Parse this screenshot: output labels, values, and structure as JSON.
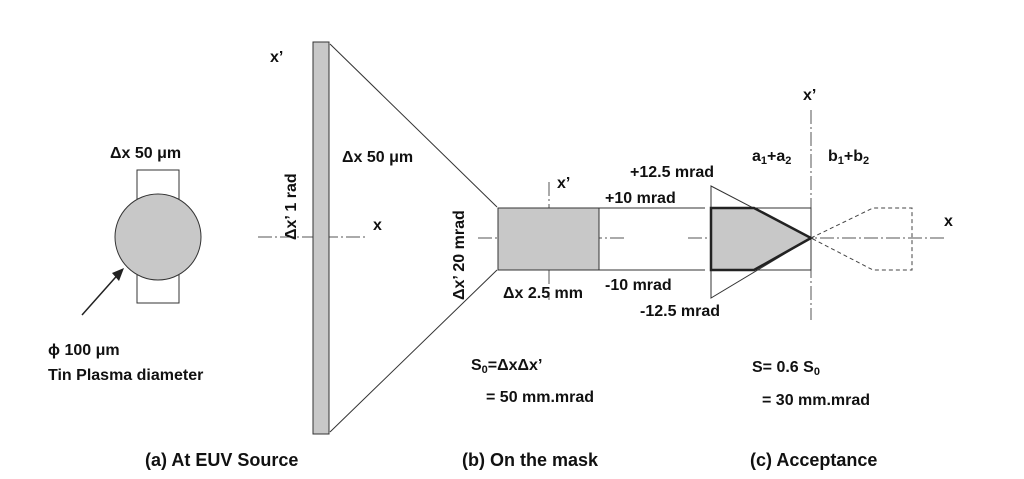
{
  "panel_a": {
    "width_label": "Δx 50 μm",
    "diameter_label": "ϕ 100 μm",
    "plasma_label": "Tin Plasma diameter",
    "caption": "(a) At EUV Source"
  },
  "panel_source": {
    "xprime_label": "x’",
    "angle_label": "Δx’ 1 rad",
    "x_label": "x",
    "width_label": "Δx 50 μm"
  },
  "panel_b": {
    "angle_label": "Δx’ 20 mrad",
    "xprime_label": "x’",
    "plus10_label": "+10 mrad",
    "minus10_label": "-10 mrad",
    "width_label": "Δx 2.5 mm",
    "emittance_main": "S",
    "emittance_sub": "0",
    "emittance_formula": "=ΔxΔx’",
    "emittance_value": "= 50 mm.mrad",
    "caption": "(b) On the mask"
  },
  "panel_c": {
    "plus125_label": "+12.5 mrad",
    "minus125_label": "-12.5 mrad",
    "xprime_label": "x’",
    "x_label": "x",
    "a_label_1": "a",
    "a_sub_1": "1",
    "a_plus": "+a",
    "a_sub_2": "2",
    "b_label_1": "b",
    "b_sub_1": "1",
    "b_plus": "+b",
    "b_sub_2": "2",
    "acceptance_main": "S= 0.6 S",
    "acceptance_sub": "0",
    "acceptance_value": "= 30 mm.mrad",
    "caption": "(c) Acceptance"
  }
}
